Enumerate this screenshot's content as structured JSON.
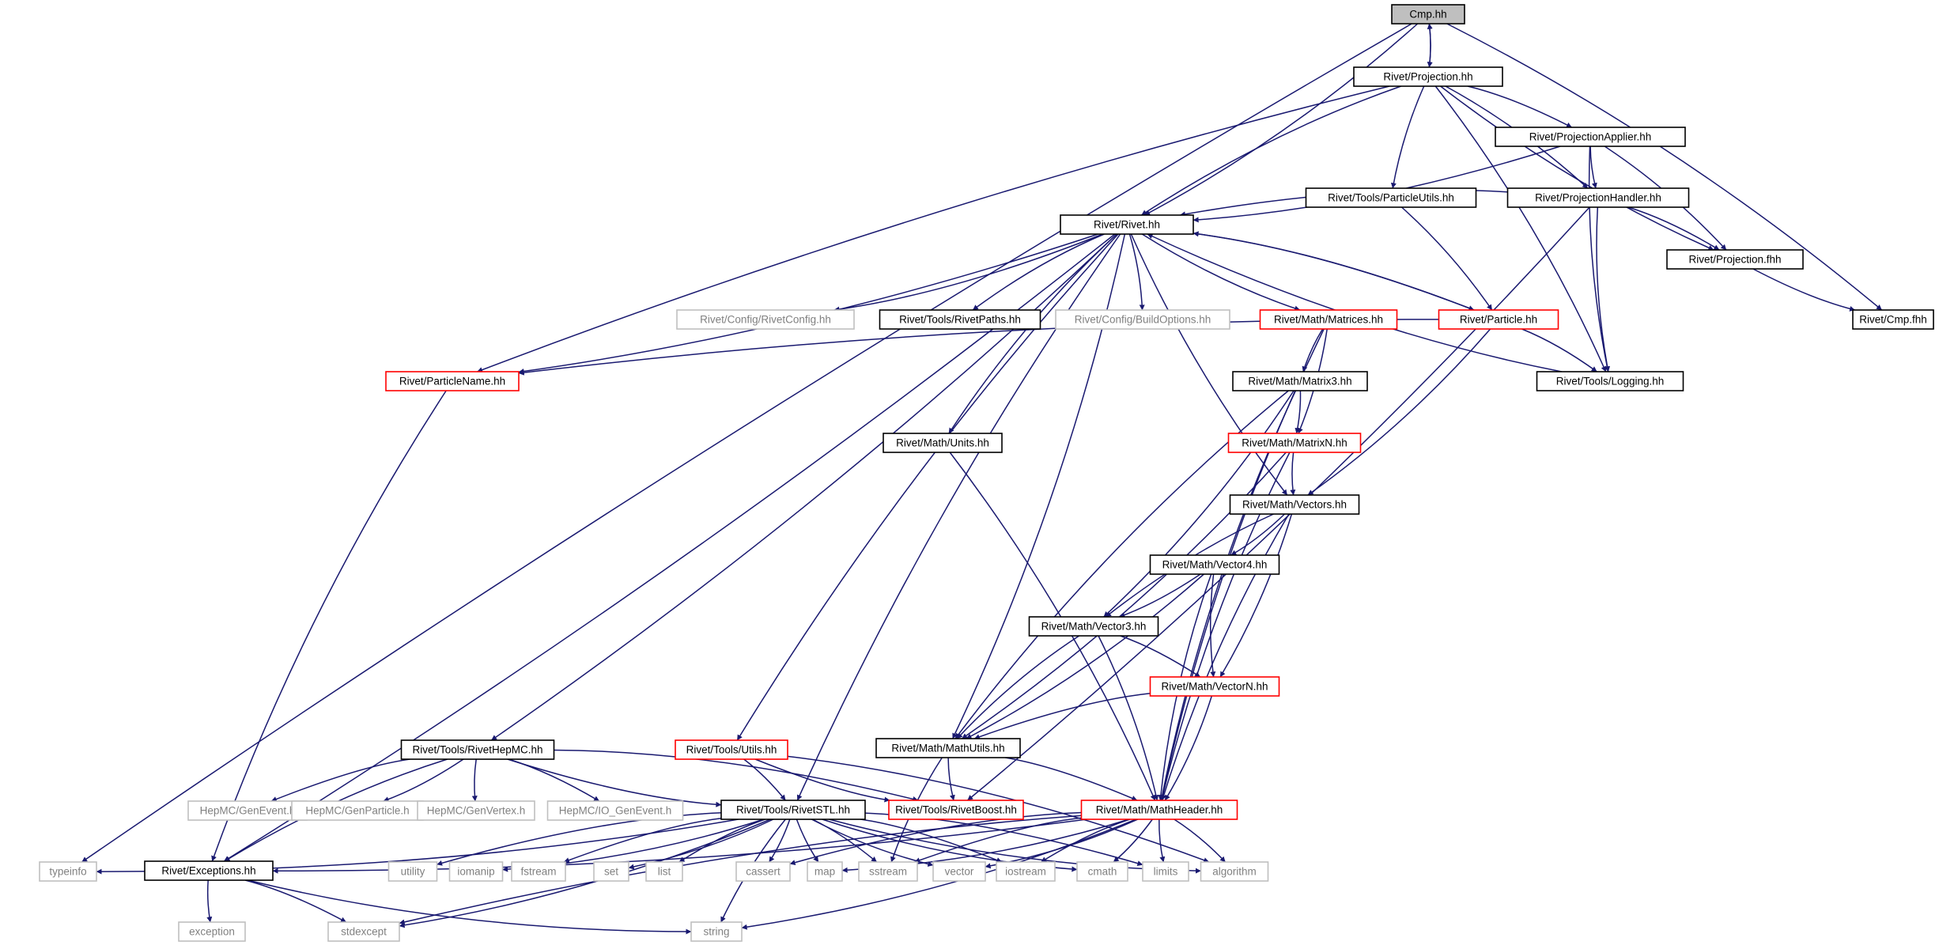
{
  "colors": {
    "edge": "#191970",
    "box_normal": "#000000",
    "box_red": "#ff0000",
    "box_gray": "#bfbfbf",
    "text_normal": "#000000",
    "text_gray": "#808080",
    "fill_root": "#bfbfbf",
    "fill": "#ffffff"
  },
  "nodes": [
    {
      "id": "cmp_hh",
      "label": "Cmp.hh",
      "style": "root"
    },
    {
      "id": "projection_hh",
      "label": "Rivet/Projection.hh",
      "style": "normal"
    },
    {
      "id": "projectionapplier_hh",
      "label": "Rivet/ProjectionApplier.hh",
      "style": "normal"
    },
    {
      "id": "particleutils_hh",
      "label": "Rivet/Tools/ParticleUtils.hh",
      "style": "normal"
    },
    {
      "id": "projectionhandler_hh",
      "label": "Rivet/ProjectionHandler.hh",
      "style": "normal"
    },
    {
      "id": "rivet_hh",
      "label": "Rivet/Rivet.hh",
      "style": "normal"
    },
    {
      "id": "projection_fhh",
      "label": "Rivet/Projection.fhh",
      "style": "normal"
    },
    {
      "id": "cmp_fhh",
      "label": "Rivet/Cmp.fhh",
      "style": "normal"
    },
    {
      "id": "rivetconfig_hh",
      "label": "Rivet/Config/RivetConfig.hh",
      "style": "gray"
    },
    {
      "id": "rivetpaths_hh",
      "label": "Rivet/Tools/RivetPaths.hh",
      "style": "normal"
    },
    {
      "id": "buildoptions_hh",
      "label": "Rivet/Config/BuildOptions.hh",
      "style": "gray"
    },
    {
      "id": "matrices_hh",
      "label": "Rivet/Math/Matrices.hh",
      "style": "red"
    },
    {
      "id": "particle_hh",
      "label": "Rivet/Particle.hh",
      "style": "red"
    },
    {
      "id": "particlename_hh",
      "label": "Rivet/ParticleName.hh",
      "style": "red"
    },
    {
      "id": "logging_hh",
      "label": "Rivet/Tools/Logging.hh",
      "style": "normal"
    },
    {
      "id": "matrix3_hh",
      "label": "Rivet/Math/Matrix3.hh",
      "style": "normal"
    },
    {
      "id": "units_hh",
      "label": "Rivet/Math/Units.hh",
      "style": "normal"
    },
    {
      "id": "matrixn_hh",
      "label": "Rivet/Math/MatrixN.hh",
      "style": "red"
    },
    {
      "id": "vectors_hh",
      "label": "Rivet/Math/Vectors.hh",
      "style": "normal"
    },
    {
      "id": "vector4_hh",
      "label": "Rivet/Math/Vector4.hh",
      "style": "normal"
    },
    {
      "id": "vector3_hh",
      "label": "Rivet/Math/Vector3.hh",
      "style": "normal"
    },
    {
      "id": "vectorn_hh",
      "label": "Rivet/Math/VectorN.hh",
      "style": "red"
    },
    {
      "id": "rivethepmc_hh",
      "label": "Rivet/Tools/RivetHepMC.hh",
      "style": "normal"
    },
    {
      "id": "utils_hh",
      "label": "Rivet/Tools/Utils.hh",
      "style": "red"
    },
    {
      "id": "mathutils_hh",
      "label": "Rivet/Math/MathUtils.hh",
      "style": "normal"
    },
    {
      "id": "genevent_h",
      "label": "HepMC/GenEvent.h",
      "style": "gray"
    },
    {
      "id": "genparticle_h",
      "label": "HepMC/GenParticle.h",
      "style": "gray"
    },
    {
      "id": "genvertex_h",
      "label": "HepMC/GenVertex.h",
      "style": "gray"
    },
    {
      "id": "io_genevent_h",
      "label": "HepMC/IO_GenEvent.h",
      "style": "gray"
    },
    {
      "id": "rivetstl_hh",
      "label": "Rivet/Tools/RivetSTL.hh",
      "style": "normal"
    },
    {
      "id": "rivetboost_hh",
      "label": "Rivet/Tools/RivetBoost.hh",
      "style": "red"
    },
    {
      "id": "mathheader_hh",
      "label": "Rivet/Math/MathHeader.hh",
      "style": "red"
    },
    {
      "id": "typeinfo",
      "label": "typeinfo",
      "style": "gray"
    },
    {
      "id": "exceptions_hh",
      "label": "Rivet/Exceptions.hh",
      "style": "normal"
    },
    {
      "id": "utility",
      "label": "utility",
      "style": "gray"
    },
    {
      "id": "iomanip",
      "label": "iomanip",
      "style": "gray"
    },
    {
      "id": "fstream",
      "label": "fstream",
      "style": "gray"
    },
    {
      "id": "set",
      "label": "set",
      "style": "gray"
    },
    {
      "id": "list",
      "label": "list",
      "style": "gray"
    },
    {
      "id": "cassert",
      "label": "cassert",
      "style": "gray"
    },
    {
      "id": "map",
      "label": "map",
      "style": "gray"
    },
    {
      "id": "sstream",
      "label": "sstream",
      "style": "gray"
    },
    {
      "id": "vector",
      "label": "vector",
      "style": "gray"
    },
    {
      "id": "iostream",
      "label": "iostream",
      "style": "gray"
    },
    {
      "id": "cmath",
      "label": "cmath",
      "style": "gray"
    },
    {
      "id": "limits",
      "label": "limits",
      "style": "gray"
    },
    {
      "id": "algorithm",
      "label": "algorithm",
      "style": "gray"
    },
    {
      "id": "exception",
      "label": "exception",
      "style": "gray"
    },
    {
      "id": "stdexcept",
      "label": "stdexcept",
      "style": "gray"
    },
    {
      "id": "string",
      "label": "string",
      "style": "gray"
    }
  ],
  "edges": [
    [
      "cmp_hh",
      "projection_hh"
    ],
    [
      "projection_hh",
      "cmp_hh"
    ],
    [
      "cmp_hh",
      "rivet_hh"
    ],
    [
      "cmp_hh",
      "typeinfo"
    ],
    [
      "cmp_hh",
      "cmp_fhh"
    ],
    [
      "projection_hh",
      "rivet_hh"
    ],
    [
      "projection_hh",
      "projectionapplier_hh"
    ],
    [
      "projection_hh",
      "particleutils_hh"
    ],
    [
      "projection_hh",
      "projectionhandler_hh"
    ],
    [
      "projection_hh",
      "projection_fhh"
    ],
    [
      "projection_hh",
      "logging_hh"
    ],
    [
      "projection_hh",
      "particlename_hh"
    ],
    [
      "projectionapplier_hh",
      "rivet_hh"
    ],
    [
      "projectionapplier_hh",
      "projectionhandler_hh"
    ],
    [
      "projectionapplier_hh",
      "projection_fhh"
    ],
    [
      "projectionapplier_hh",
      "logging_hh"
    ],
    [
      "particleutils_hh",
      "particle_hh"
    ],
    [
      "projectionhandler_hh",
      "rivet_hh"
    ],
    [
      "projectionhandler_hh",
      "projection_fhh"
    ],
    [
      "projectionhandler_hh",
      "logging_hh"
    ],
    [
      "projectionhandler_hh",
      "rivetboost_hh"
    ],
    [
      "projection_fhh",
      "cmp_fhh"
    ],
    [
      "rivet_hh",
      "rivetconfig_hh"
    ],
    [
      "rivet_hh",
      "rivetpaths_hh"
    ],
    [
      "rivet_hh",
      "buildoptions_hh"
    ],
    [
      "rivet_hh",
      "matrices_hh"
    ],
    [
      "rivet_hh",
      "particle_hh"
    ],
    [
      "particle_hh",
      "rivet_hh"
    ],
    [
      "rivet_hh",
      "particlename_hh"
    ],
    [
      "rivet_hh",
      "units_hh"
    ],
    [
      "rivet_hh",
      "rivethepmc_hh"
    ],
    [
      "rivet_hh",
      "utils_hh"
    ],
    [
      "rivet_hh",
      "mathutils_hh"
    ],
    [
      "rivet_hh",
      "rivetstl_hh"
    ],
    [
      "rivet_hh",
      "exceptions_hh"
    ],
    [
      "rivet_hh",
      "vectors_hh"
    ],
    [
      "logging_hh",
      "rivet_hh"
    ],
    [
      "matrices_hh",
      "matrix3_hh"
    ],
    [
      "matrices_hh",
      "matrixn_hh"
    ],
    [
      "matrices_hh",
      "mathheader_hh"
    ],
    [
      "particle_hh",
      "logging_hh"
    ],
    [
      "particle_hh",
      "particlename_hh"
    ],
    [
      "particle_hh",
      "vectors_hh"
    ],
    [
      "particlename_hh",
      "exceptions_hh"
    ],
    [
      "matrix3_hh",
      "matrixn_hh"
    ],
    [
      "matrix3_hh",
      "mathutils_hh"
    ],
    [
      "matrix3_hh",
      "vector3_hh"
    ],
    [
      "matrix3_hh",
      "mathheader_hh"
    ],
    [
      "units_hh",
      "mathheader_hh"
    ],
    [
      "matrixn_hh",
      "vectors_hh"
    ],
    [
      "matrixn_hh",
      "mathutils_hh"
    ],
    [
      "matrixn_hh",
      "mathheader_hh"
    ],
    [
      "vectors_hh",
      "vector4_hh"
    ],
    [
      "vectors_hh",
      "vector3_hh"
    ],
    [
      "vectors_hh",
      "vectorn_hh"
    ],
    [
      "vectors_hh",
      "mathheader_hh"
    ],
    [
      "vector4_hh",
      "vector3_hh"
    ],
    [
      "vector4_hh",
      "vectorn_hh"
    ],
    [
      "vector4_hh",
      "mathutils_hh"
    ],
    [
      "vector4_hh",
      "mathheader_hh"
    ],
    [
      "vector3_hh",
      "vectorn_hh"
    ],
    [
      "vector3_hh",
      "mathutils_hh"
    ],
    [
      "vector3_hh",
      "mathheader_hh"
    ],
    [
      "vectorn_hh",
      "mathutils_hh"
    ],
    [
      "vectorn_hh",
      "mathheader_hh"
    ],
    [
      "rivethepmc_hh",
      "genevent_h"
    ],
    [
      "rivethepmc_hh",
      "genparticle_h"
    ],
    [
      "rivethepmc_hh",
      "genvertex_h"
    ],
    [
      "rivethepmc_hh",
      "io_genevent_h"
    ],
    [
      "rivethepmc_hh",
      "rivetstl_hh"
    ],
    [
      "rivethepmc_hh",
      "rivetboost_hh"
    ],
    [
      "rivethepmc_hh",
      "exceptions_hh"
    ],
    [
      "utils_hh",
      "rivetstl_hh"
    ],
    [
      "utils_hh",
      "rivetboost_hh"
    ],
    [
      "utils_hh",
      "algorithm"
    ],
    [
      "mathutils_hh",
      "rivetboost_hh"
    ],
    [
      "mathutils_hh",
      "mathheader_hh"
    ],
    [
      "mathutils_hh",
      "sstream"
    ],
    [
      "rivetstl_hh",
      "typeinfo"
    ],
    [
      "rivetstl_hh",
      "utility"
    ],
    [
      "rivetstl_hh",
      "iomanip"
    ],
    [
      "rivetstl_hh",
      "fstream"
    ],
    [
      "rivetstl_hh",
      "set"
    ],
    [
      "rivetstl_hh",
      "list"
    ],
    [
      "rivetstl_hh",
      "cassert"
    ],
    [
      "rivetstl_hh",
      "map"
    ],
    [
      "rivetstl_hh",
      "sstream"
    ],
    [
      "rivetstl_hh",
      "vector"
    ],
    [
      "rivetstl_hh",
      "iostream"
    ],
    [
      "rivetstl_hh",
      "cmath"
    ],
    [
      "rivetstl_hh",
      "limits"
    ],
    [
      "rivetstl_hh",
      "algorithm"
    ],
    [
      "rivetstl_hh",
      "stdexcept"
    ],
    [
      "rivetstl_hh",
      "string"
    ],
    [
      "mathheader_hh",
      "exceptions_hh"
    ],
    [
      "mathheader_hh",
      "cassert"
    ],
    [
      "mathheader_hh",
      "map"
    ],
    [
      "mathheader_hh",
      "sstream"
    ],
    [
      "mathheader_hh",
      "vector"
    ],
    [
      "mathheader_hh",
      "iostream"
    ],
    [
      "mathheader_hh",
      "cmath"
    ],
    [
      "mathheader_hh",
      "limits"
    ],
    [
      "mathheader_hh",
      "algorithm"
    ],
    [
      "mathheader_hh",
      "stdexcept"
    ],
    [
      "mathheader_hh",
      "string"
    ],
    [
      "exceptions_hh",
      "exception"
    ],
    [
      "exceptions_hh",
      "stdexcept"
    ],
    [
      "exceptions_hh",
      "string"
    ]
  ]
}
